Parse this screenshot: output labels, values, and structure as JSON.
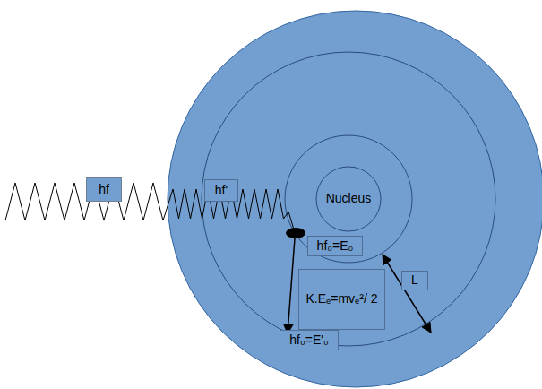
{
  "diagram": {
    "nodes": [
      {
        "text": [
          "hf"
        ]
      },
      {
        "text": [
          "hf'"
        ]
      },
      {
        "text": [
          "Nucleus"
        ]
      },
      {
        "text": [
          "hf₀=E₀"
        ]
      },
      {
        "text": [
          "L"
        ]
      },
      {
        "text": [
          "K.Eₑ=mvₑ²/ 2"
        ]
      },
      {
        "text": [
          "hf₀=E'₀"
        ]
      }
    ]
  }
}
